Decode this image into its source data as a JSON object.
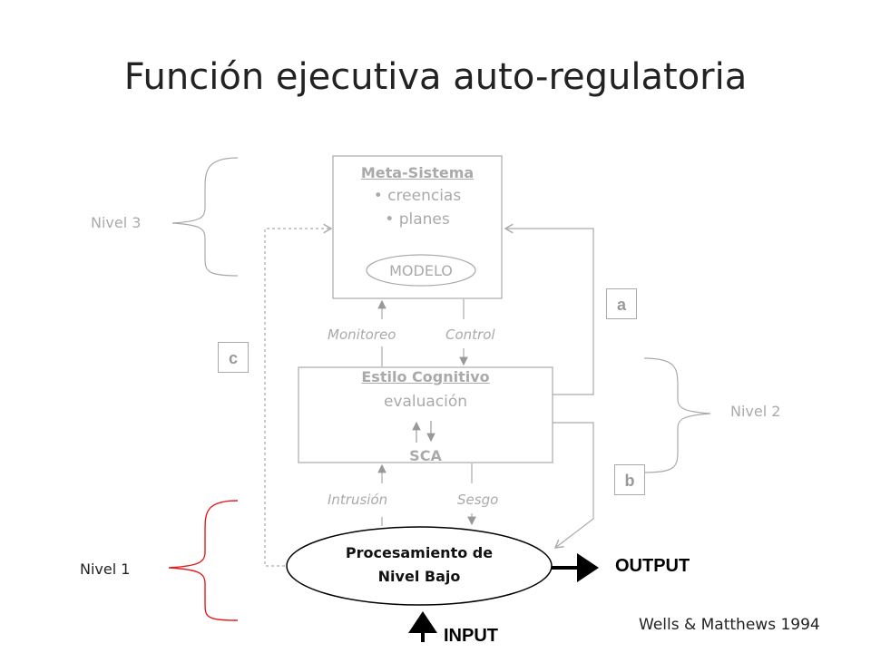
{
  "title": "Función ejecutiva auto-regulatoria",
  "meta": {
    "heading": "Meta-Sistema",
    "item1": "• creencias",
    "item2": "• planes",
    "model": "MODELO"
  },
  "style": {
    "heading": "Estilo Cognitivo",
    "sub": "evaluación",
    "sca": "SCA"
  },
  "arrows": {
    "monitoreo": "Monitoreo",
    "control": "Control",
    "intrusion": "Intrusión",
    "sesgo": "Sesgo"
  },
  "processing": {
    "line1": "Procesamiento de",
    "line2": "Nivel Bajo"
  },
  "levels": {
    "n3": "Nivel 3",
    "n2": "Nivel 2",
    "n1": "Nivel 1"
  },
  "tags": {
    "a": "a",
    "b": "b",
    "c": "c"
  },
  "io": {
    "output": "OUTPUT",
    "input": "INPUT"
  },
  "citation": "Wells & Matthews 1994",
  "colors": {
    "gray": "#aaaaaa",
    "red": "#e02020",
    "black": "#000000"
  }
}
